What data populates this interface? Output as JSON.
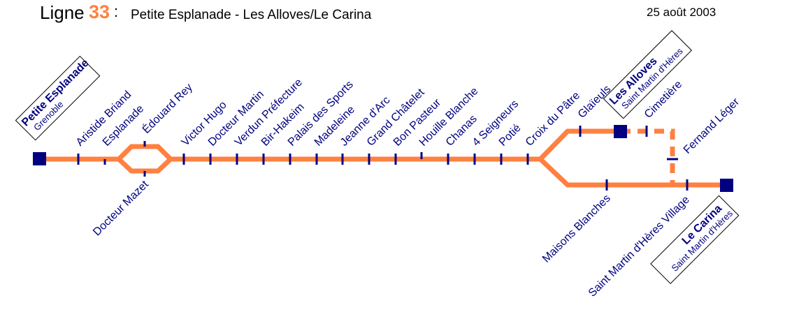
{
  "header": {
    "line_label": "Ligne",
    "line_number": "33",
    "colon": ":",
    "route": "Petite Esplanade - Les Alloves/Le Carina",
    "date": "25 août 2003"
  },
  "colors": {
    "line": "#ff8040",
    "stops": "#000080",
    "text": "#000080"
  },
  "terminals": {
    "petite_esplanade": {
      "name": "Petite Esplanade",
      "city": "Grenoble"
    },
    "les_alloves": {
      "name": "Les Alloves",
      "city": "Saint Martin d'Hères"
    },
    "le_carina": {
      "name": "Le Carina",
      "city": "Saint Martin d'Hères"
    }
  },
  "stops": {
    "aristide_briand": "Aristide Briand",
    "esplanade": "Esplanade",
    "edouard_rey": "Édouard Rey",
    "docteur_mazet": "Docteur Mazet",
    "victor_hugo": "Victor Hugo",
    "docteur_martin": "Docteur Martin",
    "verdun_prefecture": "Verdun Préfecture",
    "bir_hakeim": "Bir-Hakeim",
    "palais_des_sports": "Palais des Sports",
    "madeleine": "Madeleine",
    "jeanne_darc": "Jeanne d'Arc",
    "grand_chatelet": "Grand Châtelet",
    "bon_pasteur": "Bon Pasteur",
    "houille_blanche": "Houille Blanche",
    "chanas": "Chanas",
    "quatre_seigneurs": "4 Seigneurs",
    "potie": "Potié",
    "croix_du_patre": "Croix du Pâtre",
    "glaieuls": "Glaïeuls",
    "cimetiere": "Cimetière",
    "fernand_leger": "Fernand Léger",
    "maisons_blanches": "Maisons Blanches",
    "smh_village": "Saint Martin d'Hères Village"
  }
}
